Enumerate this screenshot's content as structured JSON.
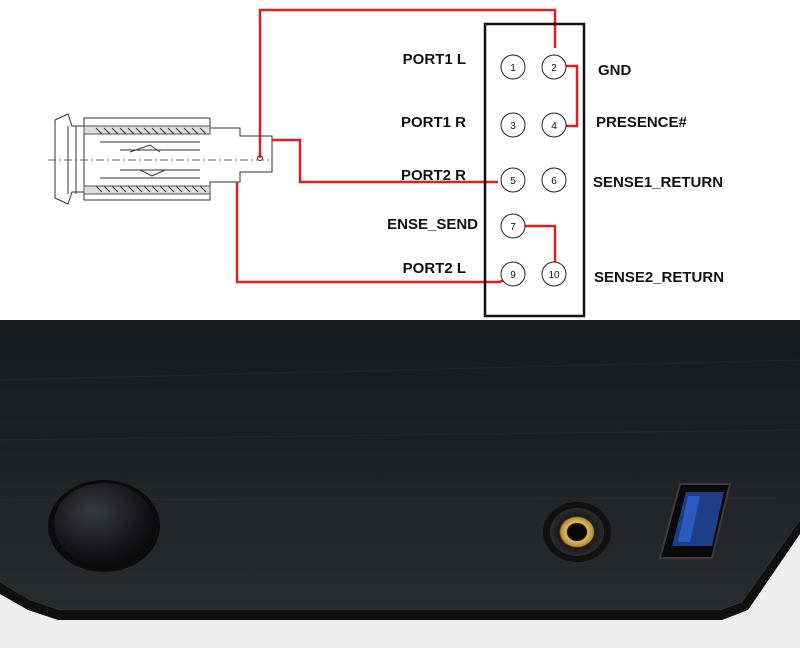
{
  "diagram": {
    "labels": {
      "port1_l": "PORT1 L",
      "port1_r": "PORT1 R",
      "port2_r": "PORT2 R",
      "sense_send": "ENSE_SEND",
      "port2_l": "PORT2 L",
      "gnd": "GND",
      "presence": "PRESENCE#",
      "sense1_return": "SENSE1_RETURN",
      "sense2_return": "SENSE2_RETURN"
    },
    "pins": [
      "1",
      "2",
      "3",
      "4",
      "5",
      "6",
      "7",
      "9",
      "10"
    ],
    "wire_color": "#e02020",
    "outline_color": "#111111"
  },
  "photo": {
    "case_color": "#1c1d1f",
    "jack_ring_color": "#c9a24a",
    "wall_color": "#eeeeee"
  }
}
